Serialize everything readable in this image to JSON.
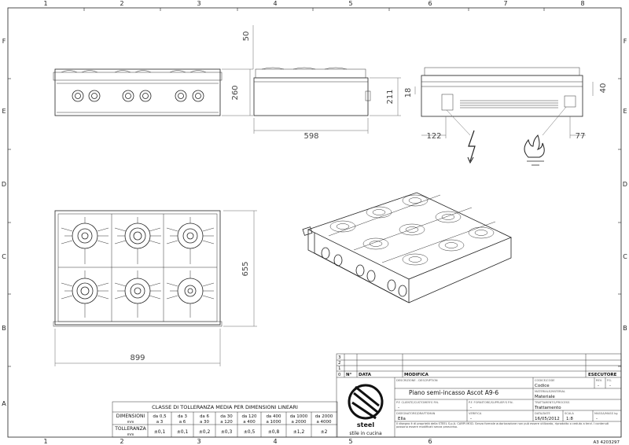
{
  "grid": {
    "cols": [
      "1",
      "2",
      "3",
      "4",
      "5",
      "6",
      "7",
      "8"
    ],
    "rows": [
      "F",
      "E",
      "D",
      "C",
      "B",
      "A"
    ]
  },
  "dimensions": {
    "front_depth": "260",
    "side_height_top": "50",
    "side_height": "211",
    "side_width": "598",
    "rear_18": "18",
    "rear_40": "40",
    "rear_122": "122",
    "rear_77": "77",
    "plan_width": "899",
    "plan_depth": "655"
  },
  "tolerance_table": {
    "caption": "CLASSE DI TOLLERANZA MEDIA PER DIMENSIONI LINEARI",
    "row1_label": "DIMENSIONI",
    "row1_unit": "mm",
    "row2_label": "TOLLERANZA",
    "row2_unit": "mm",
    "ranges": [
      {
        "from": "da 0,5",
        "to": "a 3",
        "tol": "±0,1"
      },
      {
        "from": "da 3",
        "to": "a 6",
        "tol": "±0,1"
      },
      {
        "from": "da 6",
        "to": "a 30",
        "tol": "±0,2"
      },
      {
        "from": "da 30",
        "to": "a 120",
        "tol": "±0,3"
      },
      {
        "from": "da 120",
        "to": "a 400",
        "tol": "±0,5"
      },
      {
        "from": "da 400",
        "to": "a 1000",
        "tol": "±0,8"
      },
      {
        "from": "da 1000",
        "to": "a 2000",
        "tol": "±1,2"
      },
      {
        "from": "da 2000",
        "to": "a 4000",
        "tol": "±2"
      }
    ]
  },
  "title_block": {
    "rev_rows": [
      "3",
      "2",
      "1",
      "0"
    ],
    "n_label": "N°",
    "data_label": "DATA",
    "modifica_label": "MODIFICA",
    "esecutore_label": "ESECUTORE",
    "description_hdr": "DESCRIZIONE - DESCRIPTION",
    "description": "Piano semi-incasso Ascot A9-6",
    "codice_hdr": "CODICE/CODE",
    "codice": "Codice",
    "rev_hdr": "REV.",
    "fg_hdr": "FG.",
    "materiale_hdr": "MATERIALE/MATERIAL",
    "materiale": "Materiale",
    "cliente_hdr": "P.F. CLIENTE/CUSTOMER'S P.N.",
    "fornitore_hdr": "P.F. FORNITORE/SUPPLIER'S P.N.",
    "trattamento_hdr": "TRATTAMENTO/PROCESS",
    "trattamento": "Trattamento",
    "disegnatore_hdr": "DISEGNATORE/DRAFTSMAN",
    "disegnatore": "Ella",
    "verifica_hdr": "VERIFICA",
    "data_hdr": "DATA/DATE",
    "data": "16/05/2012",
    "scala_hdr": "SCALA",
    "scala": "1:8",
    "massa_hdr": "MASSA/MASS kg",
    "dash": "-",
    "legal": "Il disegno è di proprietà della STEEL S.p.A. CARPI MOD. Senza formale autorizzazione non può essere utilizzato, riprodotto o ceduto a terzi. I contenuti possono essere modificati senza preavviso.",
    "logo_text": "steel",
    "logo_tagline": "stile in cucina",
    "sheet_code": "A3 4203297"
  }
}
